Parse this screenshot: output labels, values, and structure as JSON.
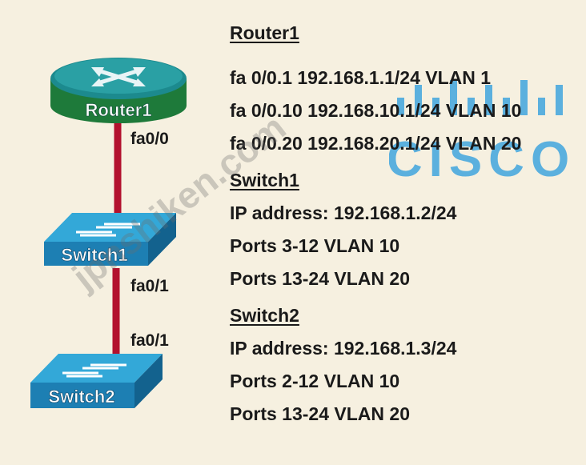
{
  "colors": {
    "background": "#f6f0e0",
    "link": "#b3112e",
    "router_body": "#1c8a8e",
    "router_base": "#1e7a3a",
    "switch_top": "#33a8d8",
    "switch_front": "#1d7fb3",
    "cisco_logo": "#5bb0de",
    "text": "#1a1a1a"
  },
  "devices": {
    "router1": {
      "label": "Router1",
      "icon": "router-icon"
    },
    "switch1": {
      "label": "Switch1",
      "icon": "switch-icon"
    },
    "switch2": {
      "label": "Switch2",
      "icon": "switch-icon"
    }
  },
  "links": {
    "router_switch1_port": "fa0/0",
    "switch1_switch2_port_upper": "fa0/1",
    "switch1_switch2_port_lower": "fa0/1"
  },
  "info": {
    "router1": {
      "title": "Router1",
      "lines": [
        "fa 0/0.1 192.168.1.1/24 VLAN 1",
        "fa 0/0.10 192.168.10.1/24 VLAN 10",
        "fa 0/0.20 192.168.20.1/24 VLAN 20"
      ]
    },
    "switch1": {
      "title": "Switch1",
      "lines": [
        "IP address: 192.168.1.2/24",
        "Ports 3-12 VLAN 10",
        "Ports 13-24 VLAN 20"
      ]
    },
    "switch2": {
      "title": "Switch2",
      "lines": [
        "IP address: 192.168.1.3/24",
        "Ports 2-12 VLAN 10",
        "Ports 13-24 VLAN 20"
      ]
    }
  },
  "logo": {
    "text": "CISCO",
    "icon": "cisco-logo-icon"
  },
  "watermark": "jpnshiken.com"
}
